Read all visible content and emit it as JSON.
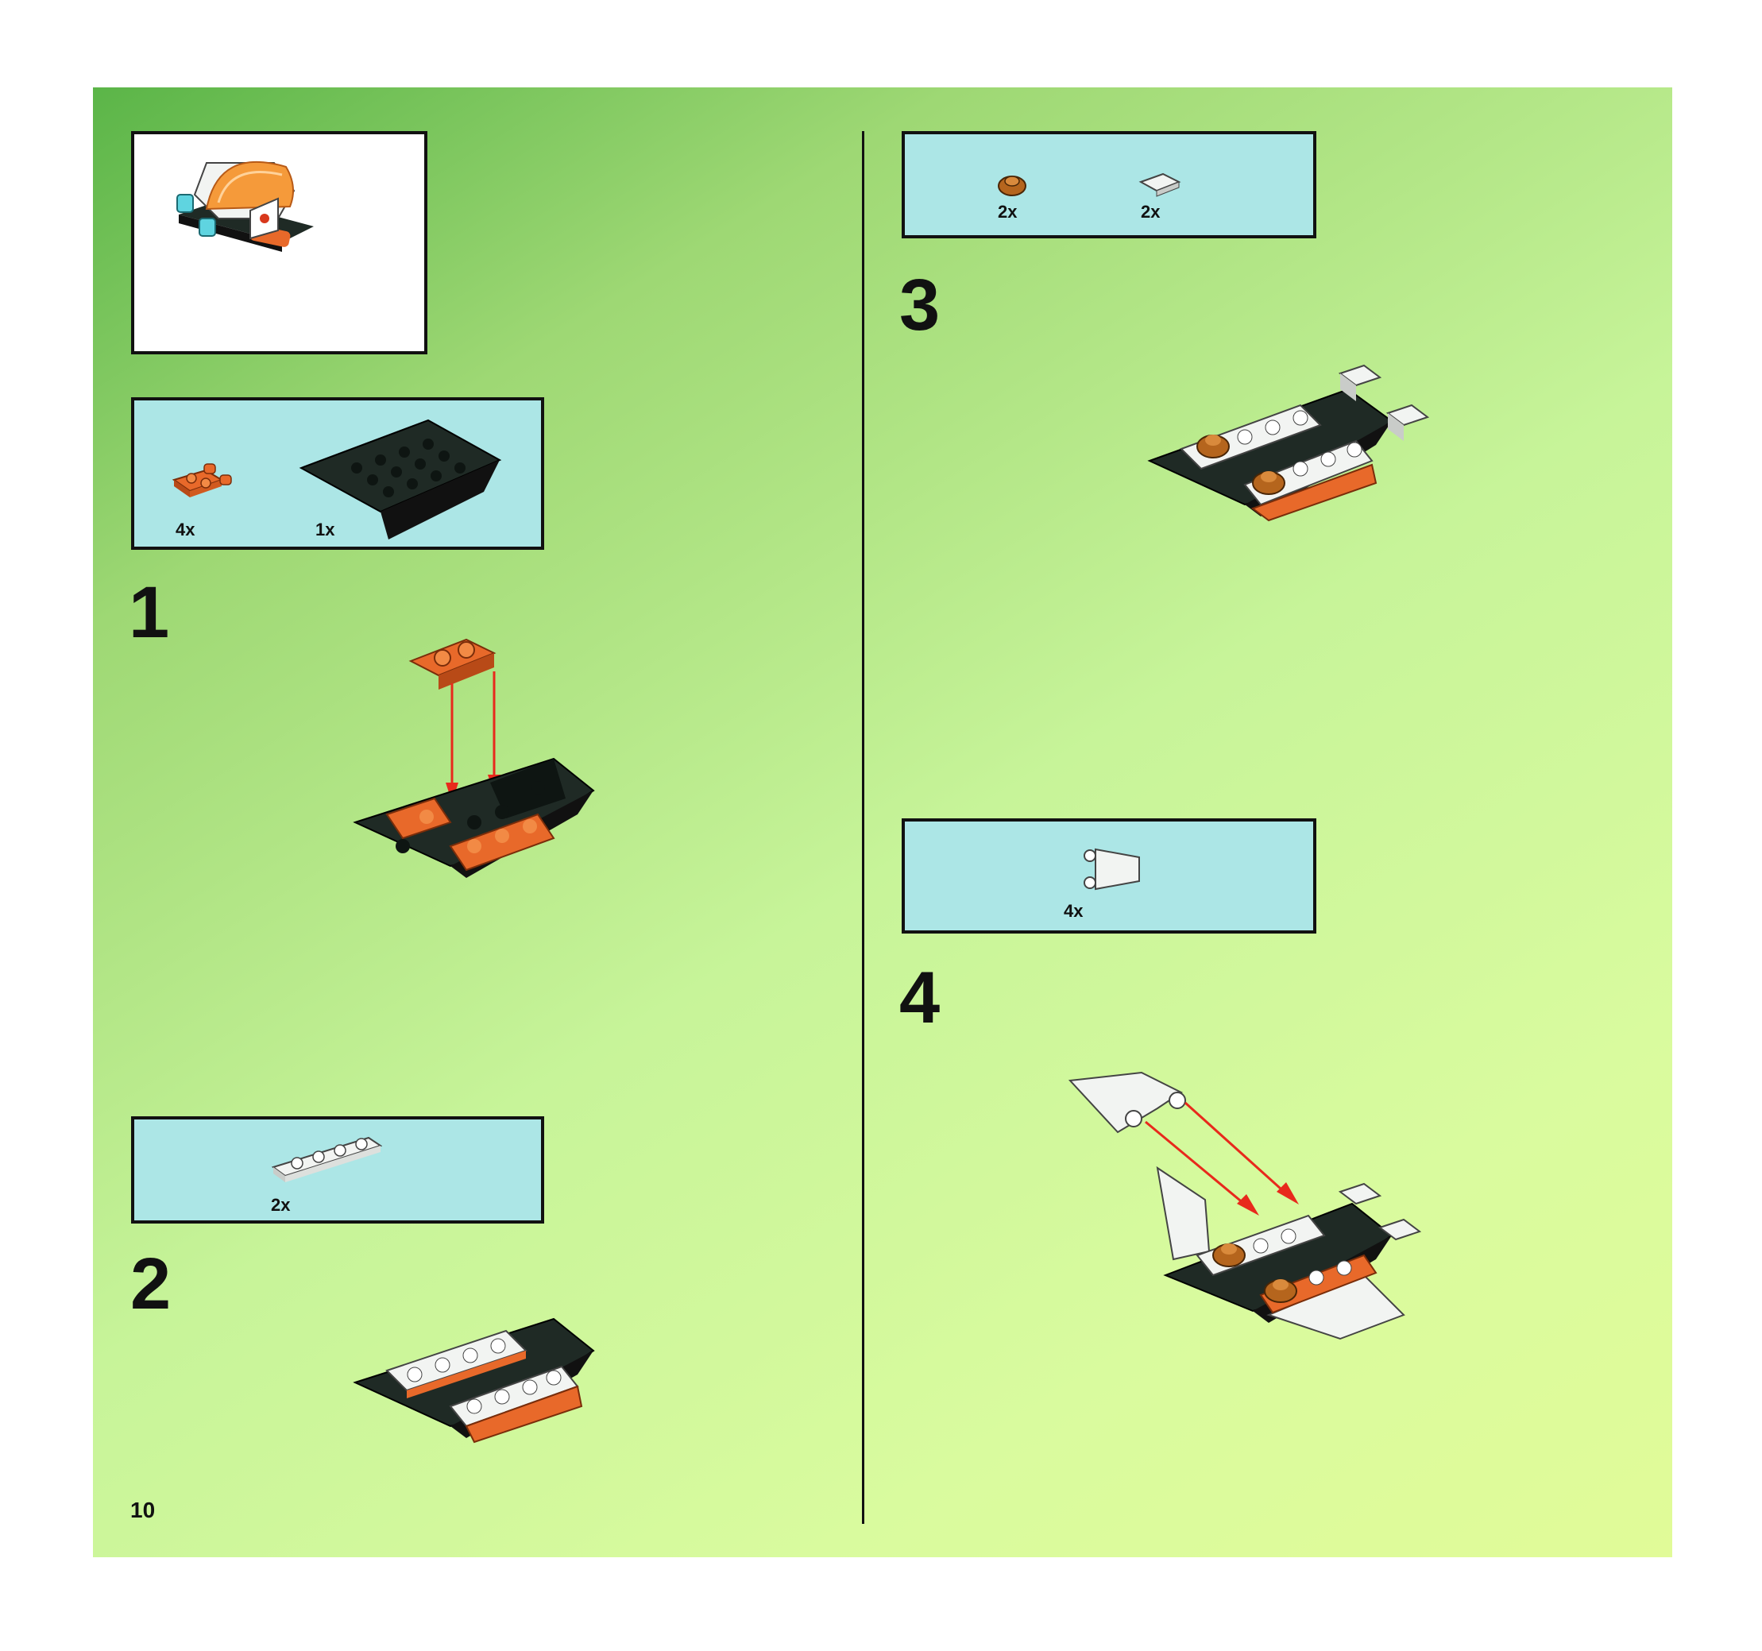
{
  "page_number": "10",
  "steps": [
    {
      "number": "1",
      "parts": [
        {
          "qty": "4x",
          "part": "orange-plate-with-clips"
        },
        {
          "qty": "1x",
          "part": "black-inverted-slope-base"
        }
      ]
    },
    {
      "number": "2",
      "parts": [
        {
          "qty": "2x",
          "part": "white-plate-1x4"
        }
      ]
    },
    {
      "number": "3",
      "parts": [
        {
          "qty": "2x",
          "part": "copper-round-plate"
        },
        {
          "qty": "2x",
          "part": "white-tile-2x2"
        }
      ]
    },
    {
      "number": "4",
      "parts": [
        {
          "qty": "4x",
          "part": "white-wing-with-clips"
        }
      ]
    }
  ],
  "colors": {
    "background_top": "#5bb548",
    "background_bottom": "#e1fb98",
    "parts_box": "#ace6e6",
    "arrow": "#e8291c",
    "brick_orange": "#e8692a",
    "brick_black": "#1f2a25",
    "brick_white": "#f2f4f2"
  }
}
